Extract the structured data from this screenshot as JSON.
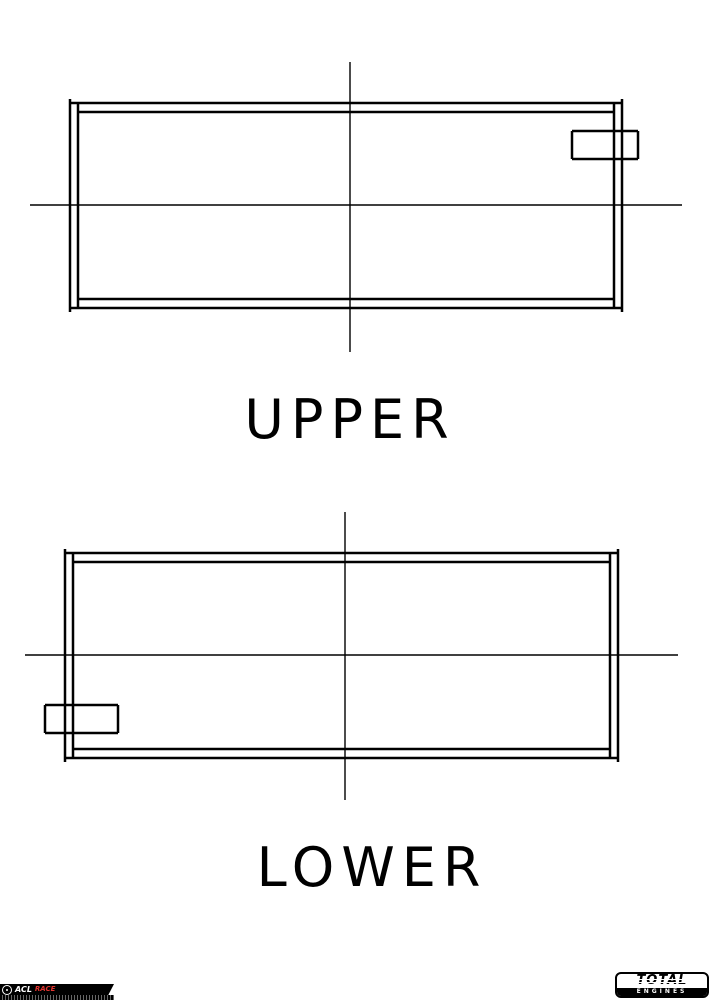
{
  "drawings": {
    "upper": {
      "label": "UPPER"
    },
    "lower": {
      "label": "LOWER"
    }
  },
  "footer": {
    "acl_logo": {
      "brand": "ACL",
      "series": "RACE"
    },
    "total_logo": {
      "brand": "TOTAL",
      "sub": "ENGINES"
    }
  },
  "colors": {
    "line": "#000000",
    "background": "#ffffff",
    "accent_red": "#e3342f"
  }
}
